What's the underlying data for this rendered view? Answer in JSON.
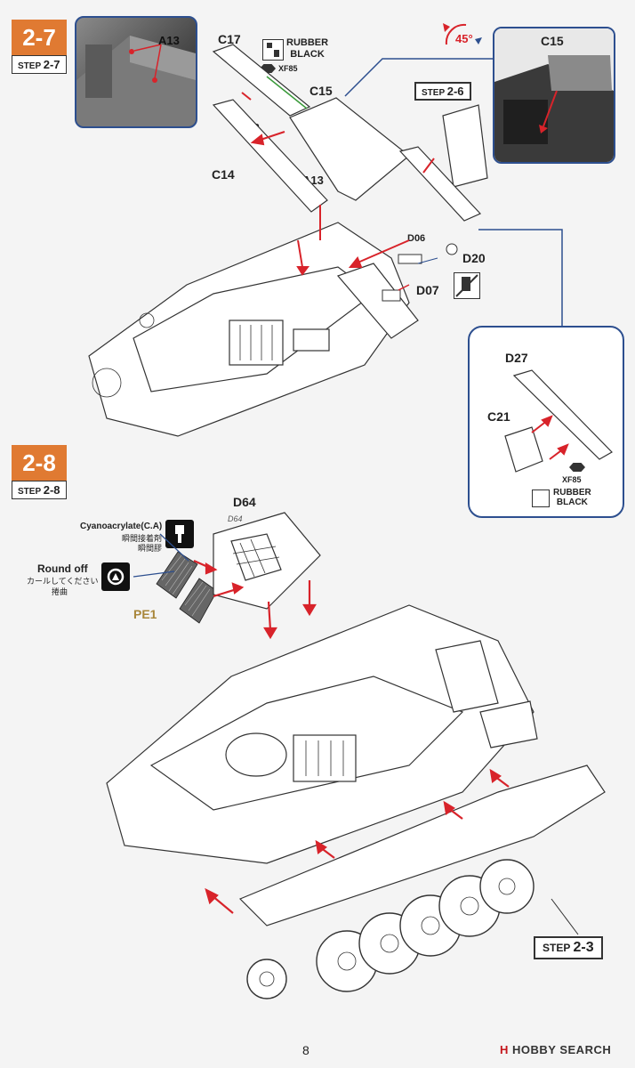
{
  "step_2_7": {
    "number": "2-7",
    "tag_prefix": "STEP",
    "tag_value": "2-7",
    "photo_part_label": "A13",
    "parts": {
      "c17": "C17",
      "c15": "C15",
      "c14": "C14",
      "a13_1": "A13",
      "a13_2": "A13",
      "d06": "D06",
      "d20": "D20",
      "d07": "D07"
    },
    "paint": {
      "name_line1": "RUBBER",
      "name_line2": "BLACK",
      "code": "XF85"
    },
    "angle": "45°",
    "photo_right_label": "C15",
    "ref_step_prefix": "STEP",
    "ref_step_value": "2-6",
    "callout": {
      "d27": "D27",
      "c21": "C21",
      "paint_code": "XF85",
      "paint_line1": "RUBBER",
      "paint_line2": "BLACK"
    }
  },
  "step_2_8": {
    "number": "2-8",
    "tag_prefix": "STEP",
    "tag_value": "2-8",
    "part_d64": "D64",
    "part_d64_small": "D64",
    "part_pe1": "PE1",
    "glue": {
      "en": "Cyanoacrylate(C.A)",
      "jp": "瞬間接着剤",
      "cn": "瞬間膠"
    },
    "round_off": {
      "en": "Round off",
      "jp": "カールしてください",
      "cn": "捲曲"
    },
    "ref_step_prefix": "STEP",
    "ref_step_value": "2-3"
  },
  "footer": {
    "page_number": "8",
    "brand_prefix": "H",
    "brand_name": "HOBBY SEARCH"
  },
  "colors": {
    "step_orange": "#e07a32",
    "callout_blue": "#2d4f8f",
    "arrow_red": "#d8232a",
    "leader_green": "#3a9a3a"
  }
}
